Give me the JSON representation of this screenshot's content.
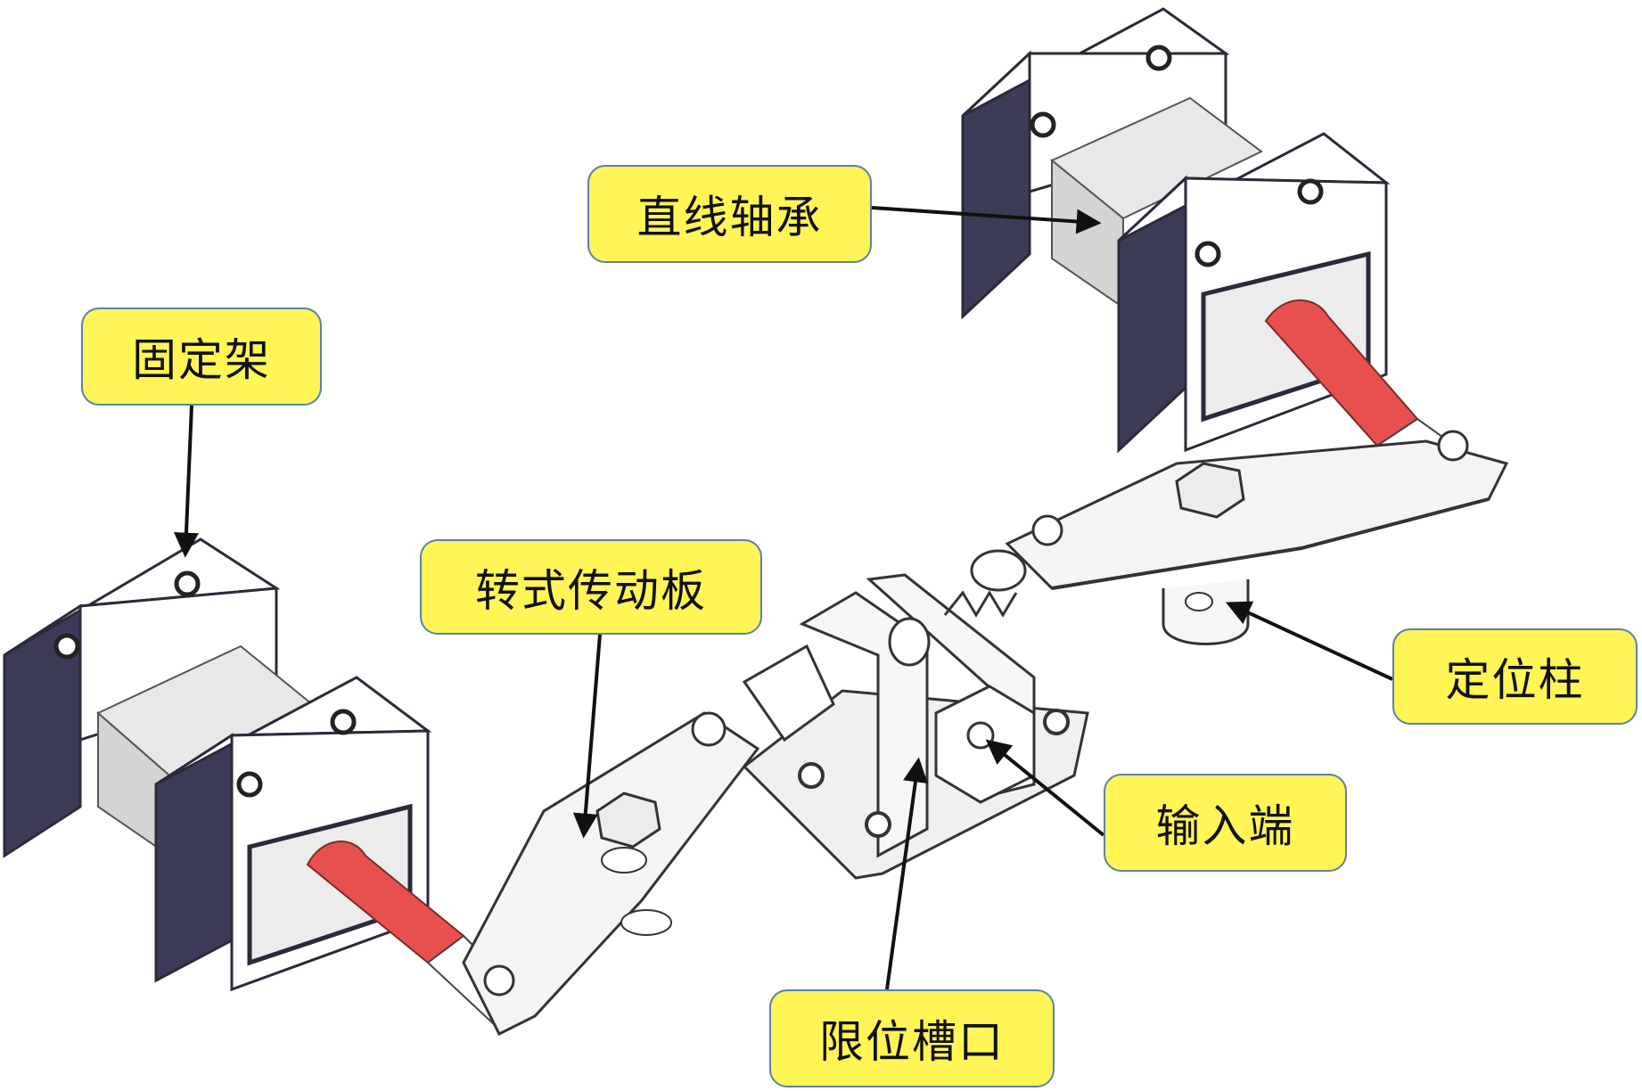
{
  "colors": {
    "callout_fill": "#fff556",
    "callout_border": "#5b7fb0",
    "housing_face": "#ffffff",
    "housing_side": "#3c3c58",
    "housing_outline": "#2a2a3a",
    "shaft": "#e8504e",
    "plate": "#f2f2f2",
    "arrow": "#111111"
  },
  "labels": {
    "linear_bearing": "直线轴承",
    "fixed_frame": "固定架",
    "rotary_drive_plate": "转式传动板",
    "locating_post": "定位柱",
    "input_end": "输入端",
    "limit_slot": "限位槽口"
  }
}
